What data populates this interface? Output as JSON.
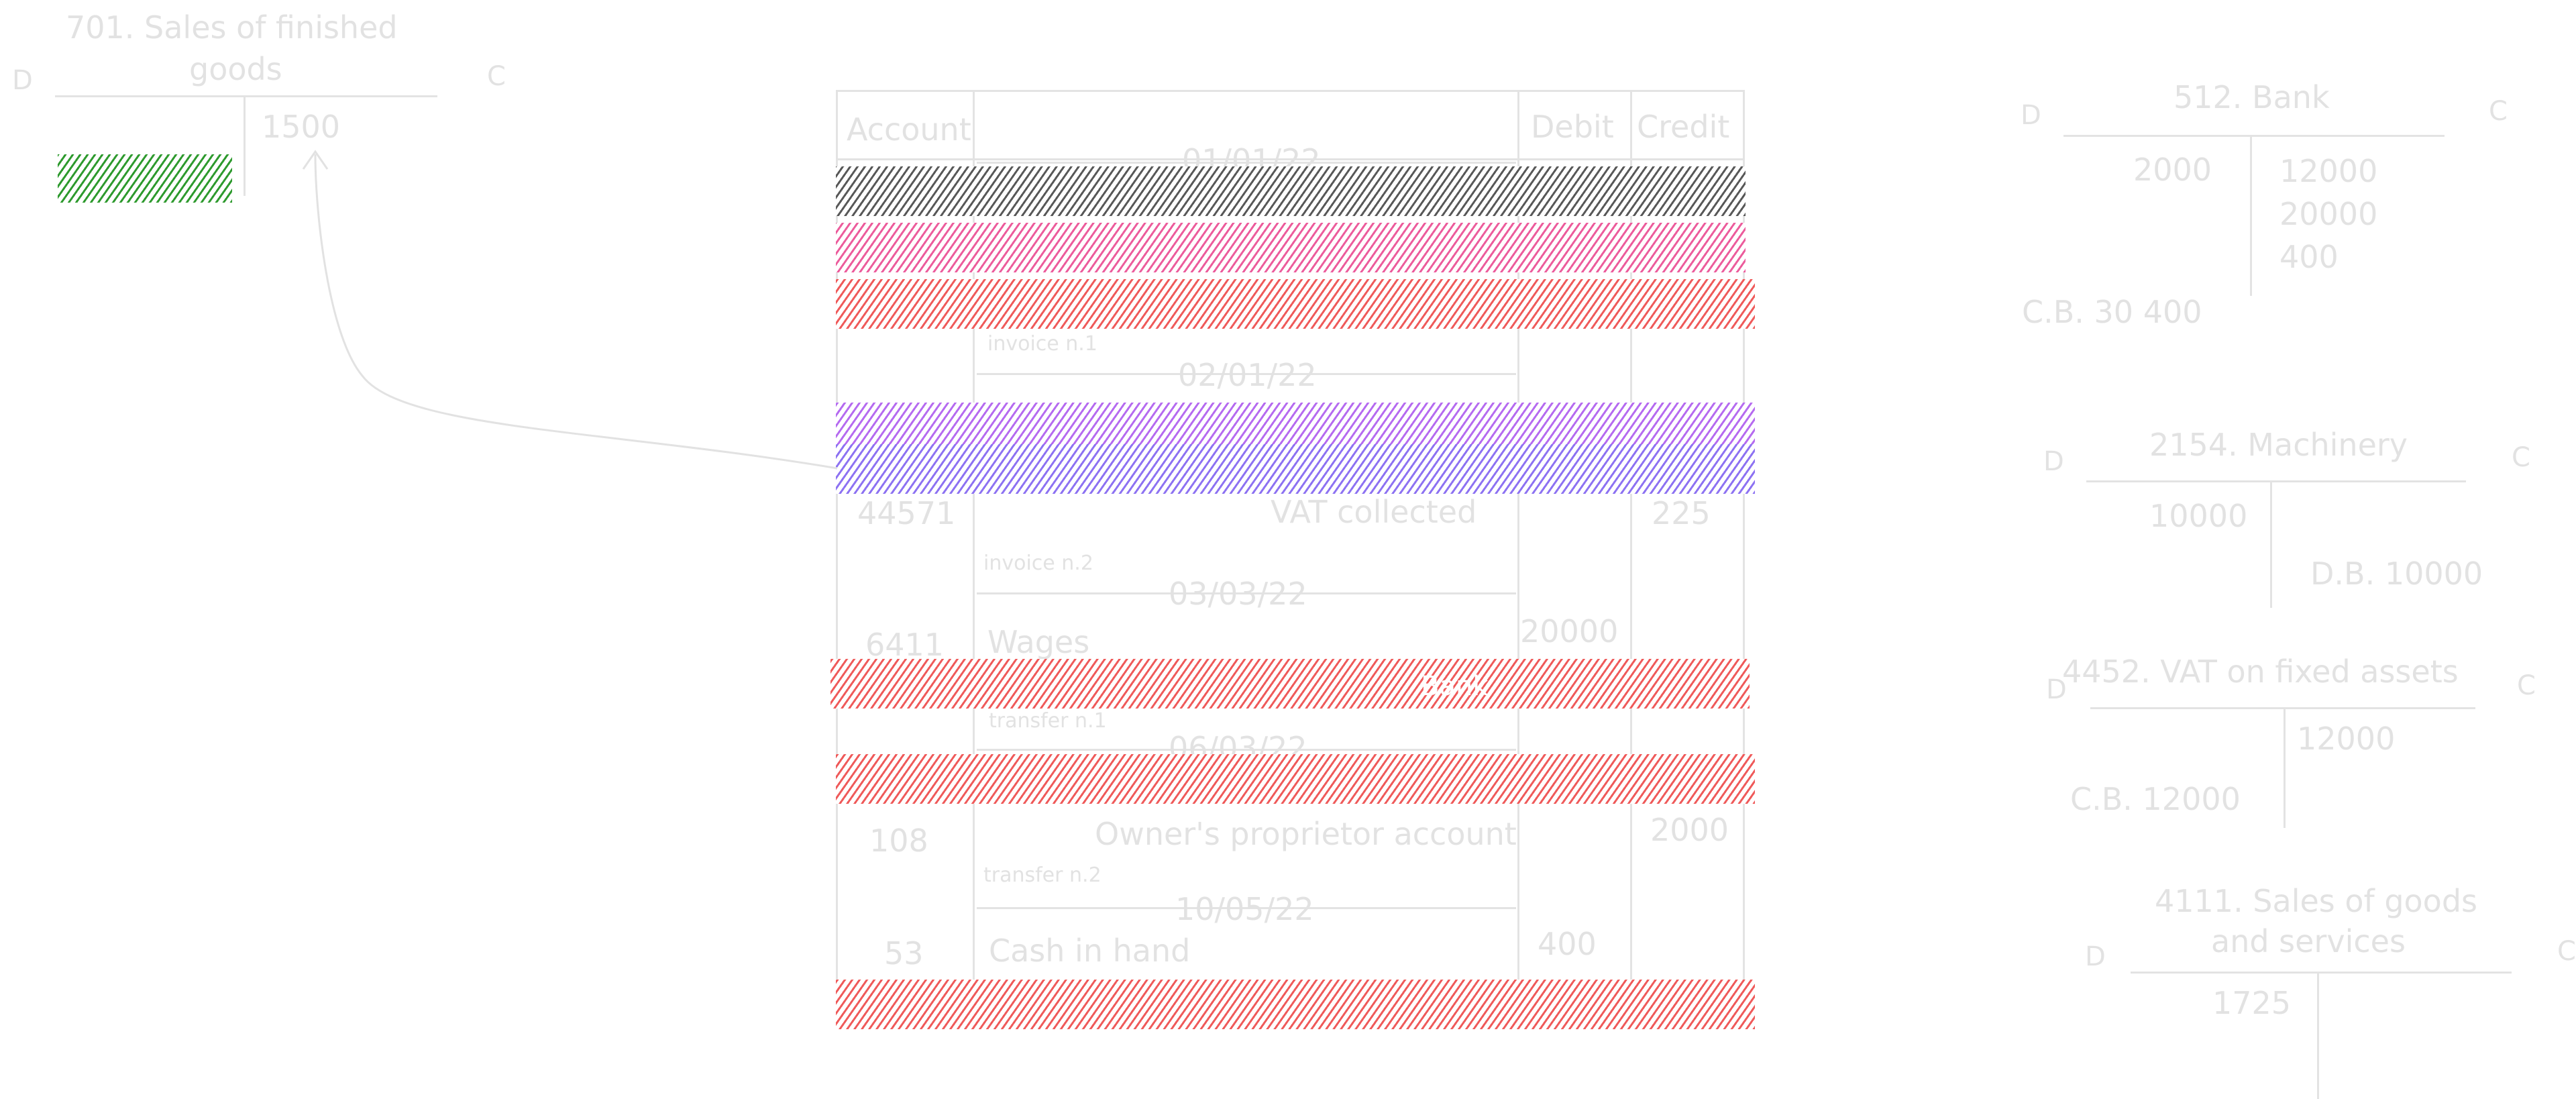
{
  "journal": {
    "headers": {
      "account": "Account",
      "debit": "Debit",
      "credit": "Credit"
    },
    "dates": [
      "01/01/22",
      "02/01/22",
      "03/03/22",
      "06/03/22",
      "10/05/22"
    ],
    "rows": [
      {
        "account": "44571",
        "label": "VAT collected",
        "credit": "225"
      },
      {
        "account": "6411",
        "label": "Wages",
        "debit": "20000"
      },
      {
        "account": "108",
        "label": "Owner's proprietor account",
        "credit": "2000"
      },
      {
        "account": "53",
        "label": "Cash in hand",
        "debit": "400"
      }
    ],
    "notes": [
      "invoice n.1",
      "invoice n.2",
      "transfer n.1",
      "transfer n.2"
    ],
    "band_labels": {
      "bank": "Bank"
    }
  },
  "t_accounts": {
    "sales_finished_goods": {
      "title_line1": "701. Sales of finished",
      "title_line2": "goods",
      "debit": "D",
      "credit_label": "C",
      "credit_value": "1500"
    },
    "bank": {
      "title": "512. Bank",
      "debit": "D",
      "credit": "C",
      "debit_values": [
        "2000"
      ],
      "credit_values": [
        "12000",
        "20000",
        "400"
      ],
      "balance": "C.B. 30 400"
    },
    "machinery": {
      "title": "2154. Machinery",
      "debit": "D",
      "credit": "C",
      "debit_values": [
        "10000"
      ],
      "balance": "D.B. 10000"
    },
    "vat_fixed_assets": {
      "title": "4452. VAT on fixed assets",
      "debit": "D",
      "credit": "C",
      "credit_values": [
        "12000"
      ],
      "balance": "C.B. 12000"
    },
    "sales_goods_services": {
      "title_line1": "4111. Sales of goods",
      "title_line2": "and services",
      "debit": "D",
      "credit": "C",
      "debit_values": [
        "1725"
      ]
    }
  },
  "colors": {
    "highlight_gray": "#585858",
    "highlight_pink": "#ec5c9c",
    "highlight_red": "#ef5a5a",
    "highlight_purple": "#b56bf0",
    "highlight_violet": "#8d72f2",
    "highlight_green": "#2e9a2e",
    "ink": "#e2e2e2"
  }
}
